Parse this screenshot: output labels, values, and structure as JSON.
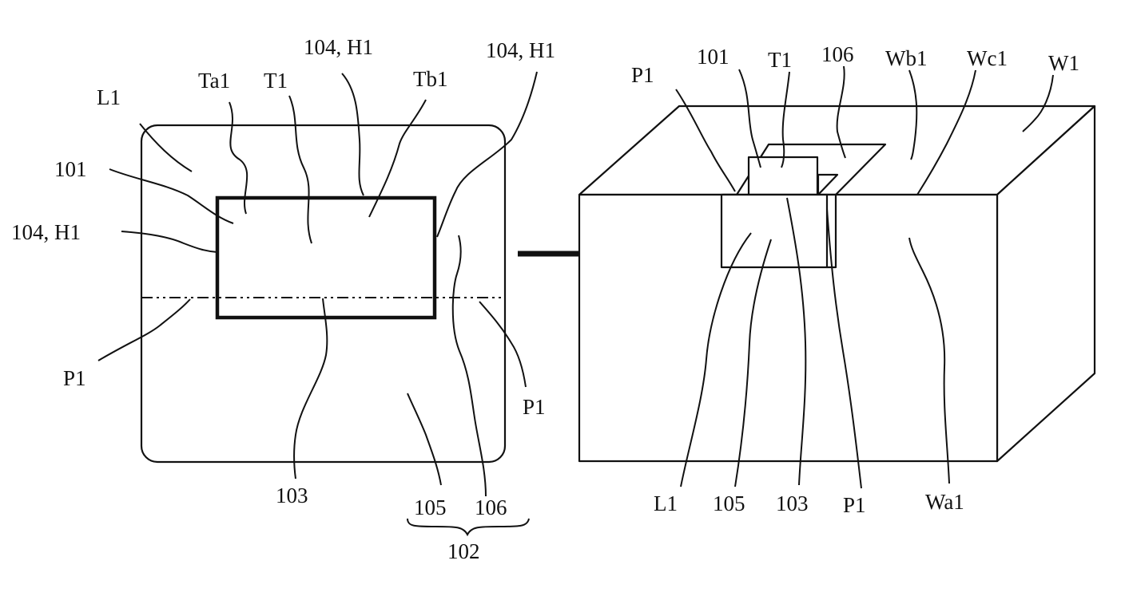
{
  "left_view": {
    "labels": {
      "l1": "L1",
      "ta1": "Ta1",
      "t1": "T1",
      "h1_top": "104, H1",
      "h1_right": "104, H1",
      "tb1": "Tb1",
      "n101": "101",
      "h1_left": "104, H1",
      "p1_left": "P1",
      "p1_right": "P1",
      "n103": "103",
      "n105": "105",
      "n106": "106",
      "n102": "102"
    }
  },
  "right_view": {
    "labels": {
      "p1_top": "P1",
      "n101": "101",
      "t1": "T1",
      "n106": "106",
      "wb1": "Wb1",
      "wc1": "Wc1",
      "w1": "W1",
      "l1": "L1",
      "n105": "105",
      "n103": "103",
      "p1_bottom": "P1",
      "wa1": "Wa1"
    }
  }
}
